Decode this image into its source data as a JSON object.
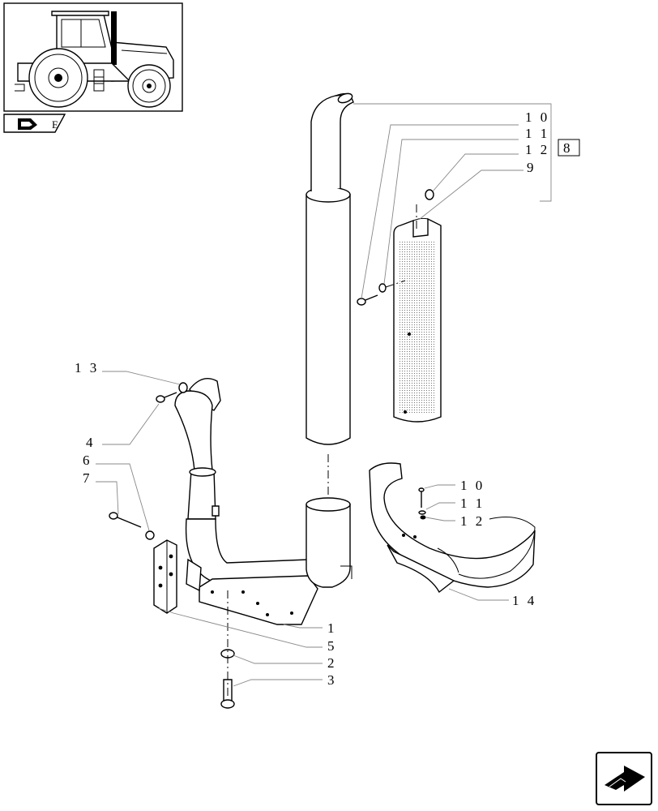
{
  "reference_box": {
    "code": "E"
  },
  "callouts": [
    {
      "id": "c10a",
      "text": "1 0"
    },
    {
      "id": "c11a",
      "text": "1 1"
    },
    {
      "id": "c12a",
      "text": "1 2"
    },
    {
      "id": "c9",
      "text": "9"
    },
    {
      "id": "c8",
      "text": "8"
    },
    {
      "id": "c13",
      "text": "1 3"
    },
    {
      "id": "c4",
      "text": "4"
    },
    {
      "id": "c6",
      "text": "6"
    },
    {
      "id": "c7",
      "text": "7"
    },
    {
      "id": "c10b",
      "text": "1 0"
    },
    {
      "id": "c11b",
      "text": "1 1"
    },
    {
      "id": "c12b",
      "text": "1 2"
    },
    {
      "id": "c14",
      "text": "1 4"
    },
    {
      "id": "c1",
      "text": "1"
    },
    {
      "id": "c5",
      "text": "5"
    },
    {
      "id": "c2",
      "text": "2"
    },
    {
      "id": "c3",
      "text": "3"
    }
  ],
  "icons": {
    "tractor": "tractor-thumbnail-icon",
    "section": "section-book-icon",
    "next": "next-page-arrow-icon"
  }
}
